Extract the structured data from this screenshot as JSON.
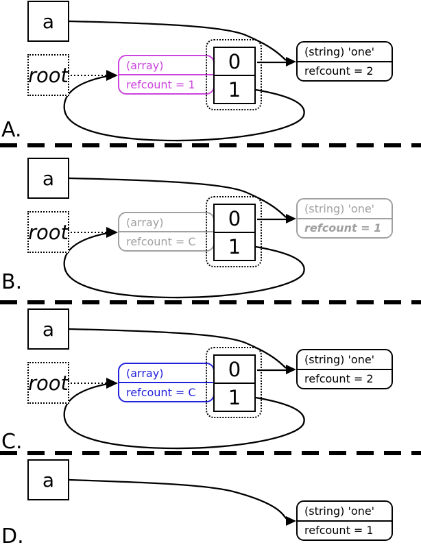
{
  "colors": {
    "magenta": "#cc44dd",
    "blue": "#2222dd",
    "gray": "#a0a0a0",
    "black": "#000000"
  },
  "panels": [
    {
      "label": "A.",
      "var_name": "a",
      "root_label": "root",
      "array": {
        "type": "(array)",
        "refcount": "refcount = 1"
      },
      "cells": {
        "slot0": "0",
        "slot1": "1"
      },
      "string": {
        "type": "(string) 'one'",
        "refcount": "refcount = 2"
      }
    },
    {
      "label": "B.",
      "var_name": "a",
      "root_label": "root",
      "array": {
        "type": "(array)",
        "refcount": "refcount = C"
      },
      "cells": {
        "slot0": "0",
        "slot1": "1"
      },
      "string": {
        "type": "(string) 'one'",
        "refcount": "refcount = 1"
      }
    },
    {
      "label": "C.",
      "var_name": "a",
      "root_label": "root",
      "array": {
        "type": "(array)",
        "refcount": "refcount = C"
      },
      "cells": {
        "slot0": "0",
        "slot1": "1"
      },
      "string": {
        "type": "(string) 'one'",
        "refcount": "refcount = 2"
      }
    },
    {
      "label": "D.",
      "var_name": "a",
      "string": {
        "type": "(string) 'one'",
        "refcount": "refcount = 1"
      }
    }
  ]
}
